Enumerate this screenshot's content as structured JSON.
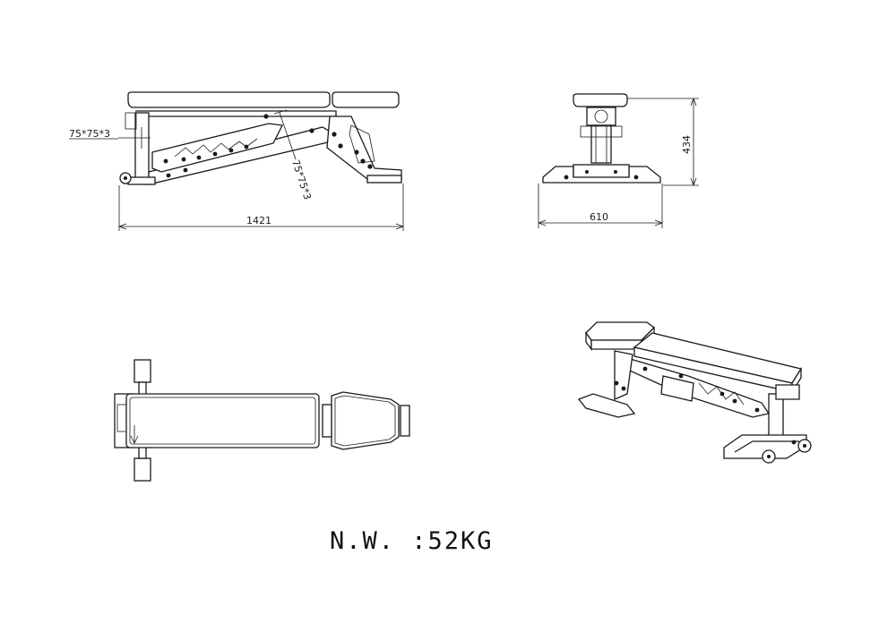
{
  "views": {
    "side": {
      "dim_length": "1421",
      "dim_tube_vertical": "75*75*3",
      "dim_tube_diagonal": "75*75*3"
    },
    "front": {
      "dim_width": "610",
      "dim_height": "434"
    }
  },
  "net_weight": "N.W. :52KG",
  "colors": {
    "line": "#1a1a1a",
    "background": "#ffffff"
  }
}
